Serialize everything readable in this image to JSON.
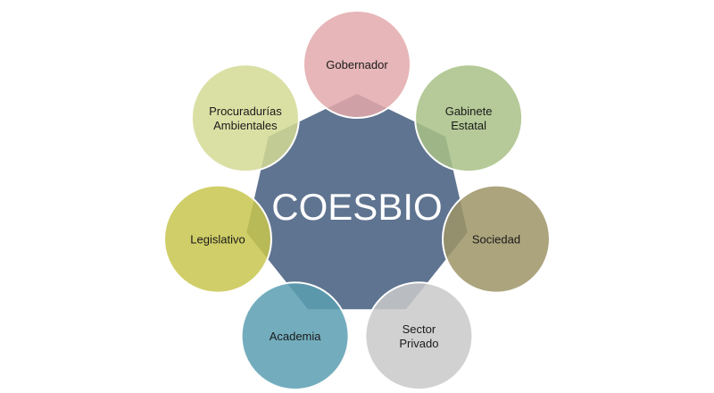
{
  "center": {
    "label": "COESBIO",
    "color": "#5f7490"
  },
  "nodes": [
    {
      "id": "gobernador",
      "lines": [
        "Gobernador"
      ],
      "color": "#e3a9ac"
    },
    {
      "id": "gabinete-estatal",
      "lines": [
        "Gabinete",
        "Estatal"
      ],
      "color": "#a8c186"
    },
    {
      "id": "sociedad",
      "lines": [
        "Sociedad"
      ],
      "color": "#9e9466"
    },
    {
      "id": "sector-privado",
      "lines": [
        "Sector",
        "Privado"
      ],
      "color": "#c9c9c9"
    },
    {
      "id": "academia",
      "lines": [
        "Academia"
      ],
      "color": "#5a9fb1"
    },
    {
      "id": "legislativo",
      "lines": [
        "Legislativo"
      ],
      "color": "#c8c54e"
    },
    {
      "id": "procuradurias-ambientales",
      "lines": [
        "Procuradurías",
        "Ambientales"
      ],
      "color": "#d4da94"
    }
  ]
}
